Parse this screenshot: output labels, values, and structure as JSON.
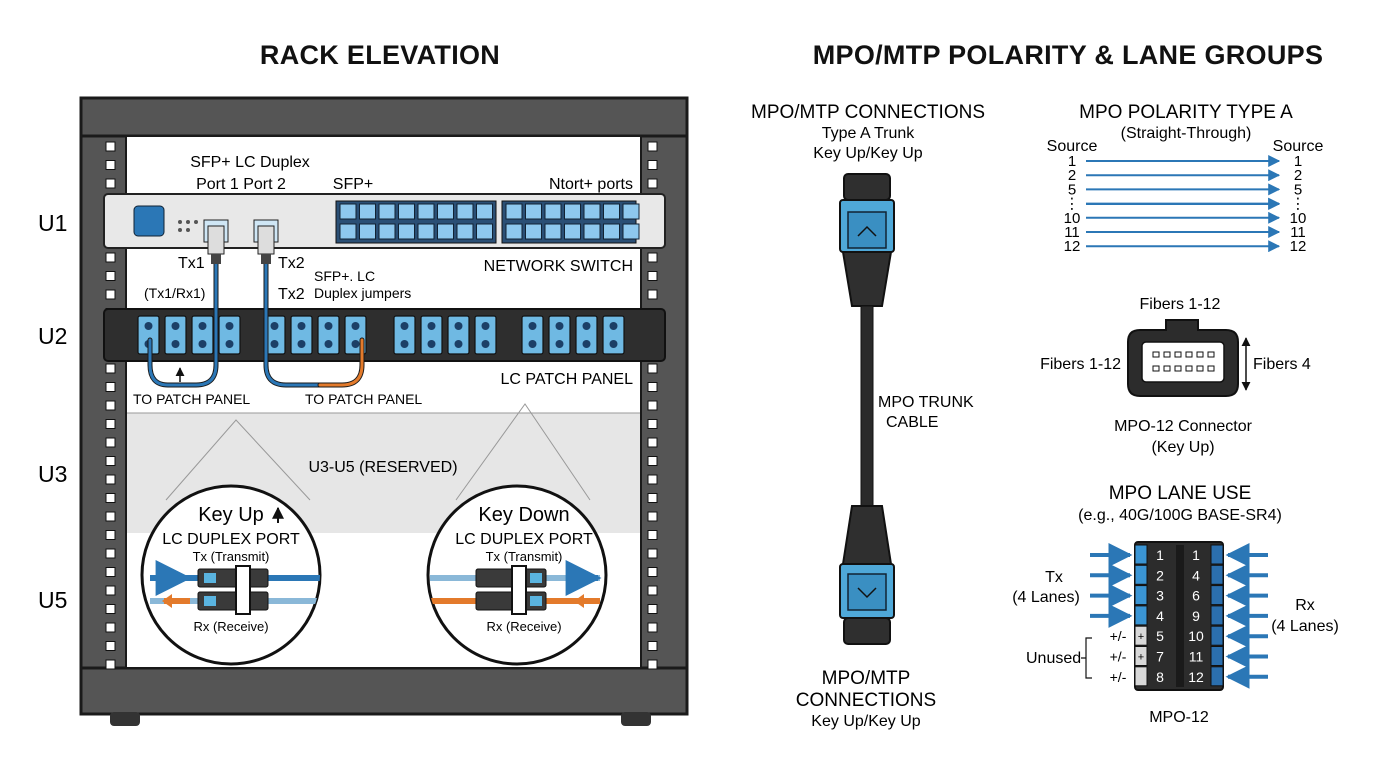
{
  "titles": {
    "rack": "RACK ELEVATION",
    "polarity": "MPO/MTP POLARITY & LANE GROUPS"
  },
  "rack": {
    "unit_labels": [
      "U1",
      "U2",
      "U3",
      "U5"
    ],
    "switch": {
      "label_sfp_lc": "SFP+ LC Duplex",
      "label_ports": "Port 1 Port 2",
      "label_sfp": "SFP+",
      "label_other_ports": "Ntort+ ports",
      "name": "NETWORK SWITCH",
      "tx1": "Tx1",
      "tx2_a": "Tx2",
      "tx2_b": "Tx2",
      "txrx": "(Tx1/Rx1)",
      "jumpers_1": "SFP+. LC",
      "jumpers_2": "Duplex jumpers"
    },
    "patch_panel": {
      "name": "LC PATCH PANEL",
      "to_panel_1": "TO PATCH PANEL",
      "to_panel_2": "TO PATCH PANEL"
    },
    "reserved": "U3-U5 (RESERVED)",
    "detail_left": {
      "key": "Key Up",
      "port": "LC DUPLEX PORT",
      "tx": "Tx (Transmit)",
      "rx": "Rx (Receive)"
    },
    "detail_right": {
      "key": "Key Down",
      "port": "LC DUPLEX PORT",
      "tx": "Tx (Transmit)",
      "rx": "Rx (Receive)"
    }
  },
  "trunk": {
    "top_title": "MPO/MTP CONNECTIONS",
    "top_sub1": "Type A Trunk",
    "top_sub2": "Key Up/Key Up",
    "cable_1": "MPO TRUNK",
    "cable_2": "CABLE",
    "bottom_1": "MPO/MTP",
    "bottom_2": "CONNECTIONS",
    "bottom_3": "Key Up/Key Up"
  },
  "polarity_a": {
    "title": "MPO POLARITY TYPE A",
    "subtitle": "(Straight-Through)",
    "left_header": "Source",
    "right_header": "Source",
    "fibers": [
      "1",
      "2",
      "5",
      "⋮",
      "10",
      "11",
      "12"
    ]
  },
  "connector": {
    "top_label": "Fibers 1-12",
    "left_label": "Fibers 1-12",
    "right_label": "Fibers 4",
    "name": "MPO-12 Connector",
    "key": "(Key Up)"
  },
  "lane_use": {
    "title": "MPO LANE USE",
    "subtitle": "(e.g., 40G/100G BASE-SR4)",
    "tx_label": "Tx",
    "tx_lanes": "(4 Lanes)",
    "rx_label": "Rx",
    "rx_lanes": "(4 Lanes)",
    "unused": "Unused",
    "pm": [
      "+/-",
      "+/-",
      "+/-"
    ],
    "left_fibers": [
      "1",
      "2",
      "3",
      "4",
      "5",
      "7",
      "8"
    ],
    "right_fibers": [
      "1",
      "4",
      "6",
      "9",
      "10",
      "11",
      "12"
    ],
    "left_marks": [
      "+",
      "+"
    ],
    "connector_name": "MPO-12"
  },
  "colors": {
    "fiber_blue": "#2b77b6",
    "fiber_orange": "#e37a2b",
    "connector_blue": "#5ab4e0",
    "rack_gray": "#4a4a4a"
  }
}
